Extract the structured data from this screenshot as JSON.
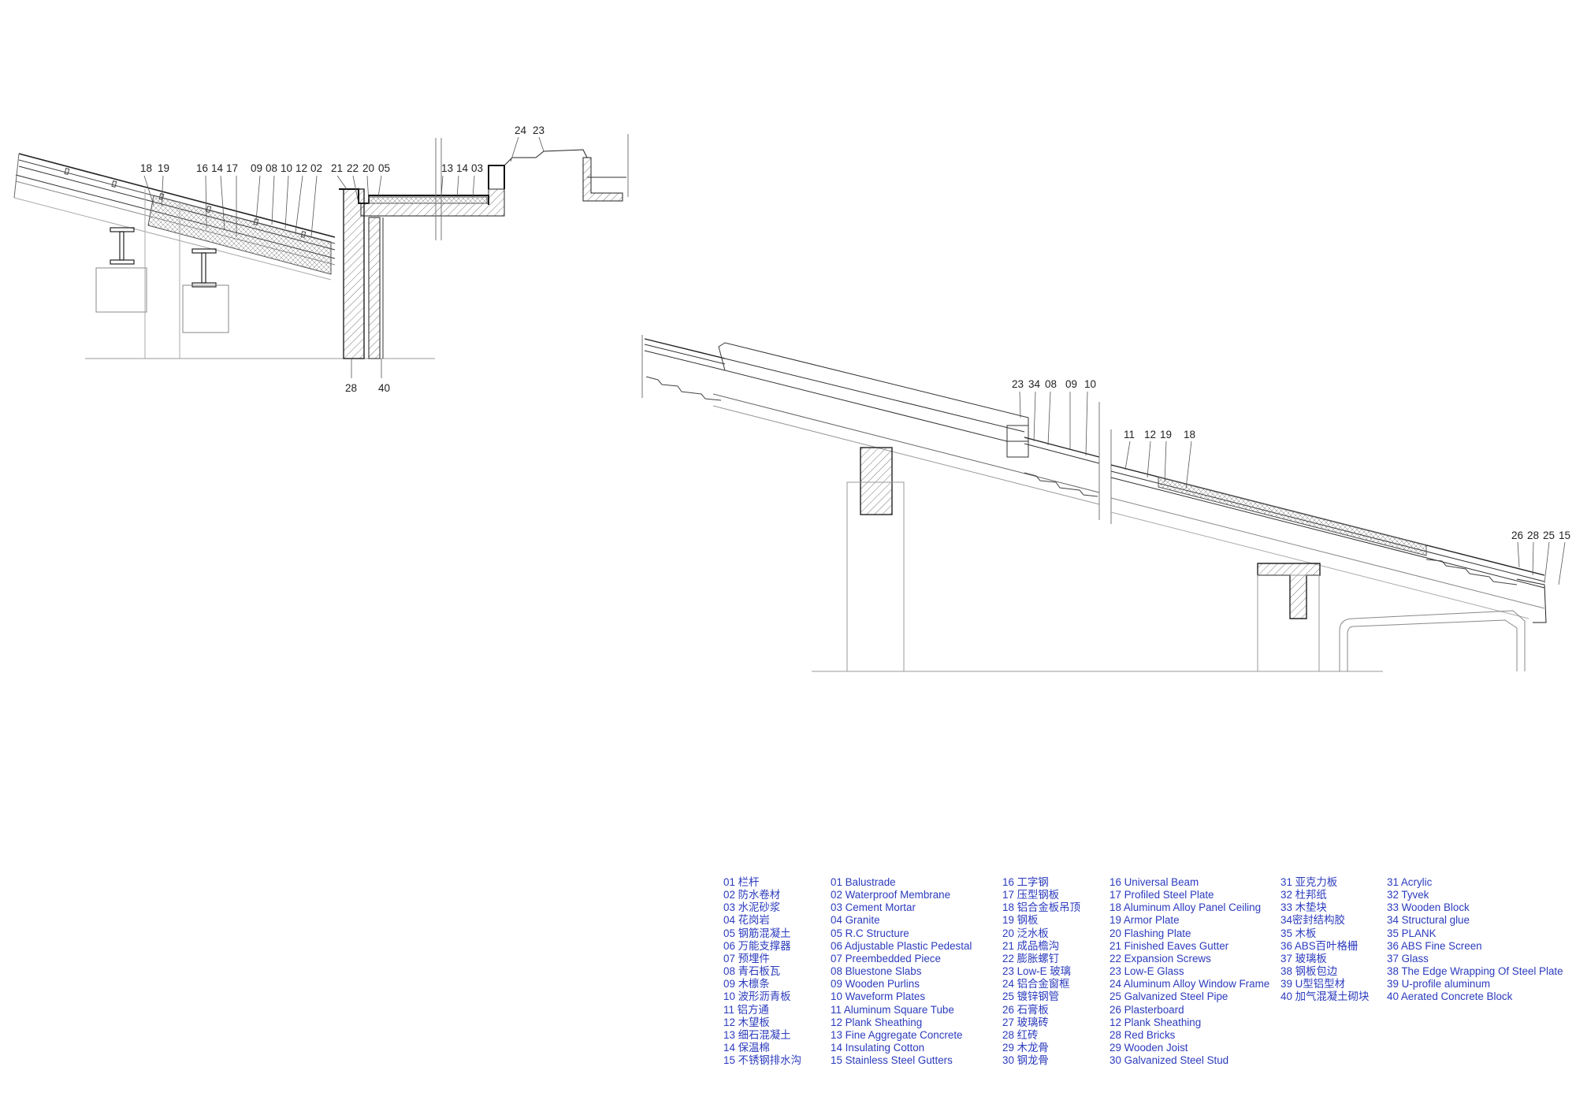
{
  "callouts": {
    "left": [
      "18",
      "19",
      "16",
      "14",
      "17",
      "09",
      "08",
      "10",
      "12",
      "02",
      "21",
      "22",
      "20",
      "05",
      "13",
      "14",
      "03",
      "24",
      "23",
      "28",
      "40"
    ],
    "right": [
      "23",
      "34",
      "08",
      "09",
      "10",
      "11",
      "12",
      "19",
      "18",
      "26",
      "28",
      "25",
      "15"
    ]
  },
  "legend": {
    "col1": [
      "01 栏杆",
      "02 防水卷材",
      "03 水泥砂浆",
      "04 花岗岩",
      "05 钢筋混凝土",
      "06 万能支撑器",
      "07 预埋件",
      "08 青石板瓦",
      "09 木檩条",
      "10 波形沥青板",
      "11 铝方通",
      "12 木望板",
      "13 细石混凝土",
      "14 保温棉",
      "15 不锈钢排水沟"
    ],
    "col2": [
      "01 Balustrade",
      "02 Waterproof Membrane",
      "03 Cement Mortar",
      "04 Granite",
      "05 R.C Structure",
      "06 Adjustable Plastic Pedestal",
      "07 Preembedded Piece",
      "08 Bluestone Slabs",
      "09 Wooden Purlins",
      "10  Waveform Plates",
      "11  Aluminum Square Tube",
      "12 Plank Sheathing",
      "13 Fine Aggregate Concrete",
      "14 Insulating Cotton",
      "15 Stainless Steel Gutters"
    ],
    "col3": [
      "16 工字钢",
      "17 压型钢板",
      "18 铝合金板吊顶",
      "19 钢板",
      "20 泛水板",
      "21 成品檐沟",
      "22 膨胀螺钉",
      "23 Low-E 玻璃",
      "24 铝合金窗框",
      "25 镀锌钢管",
      "26 石膏板",
      "27 玻璃砖",
      "28 红砖",
      "29 木龙骨",
      "30 钢龙骨"
    ],
    "col4": [
      "16 Universal Beam",
      "17 Profiled Steel Plate",
      "18 Aluminum Alloy Panel Ceiling",
      "19 Armor Plate",
      "20 Flashing Plate",
      "21 Finished Eaves Gutter",
      "22 Expansion Screws",
      "23 Low-E Glass",
      "24 Aluminum Alloy Window Frame",
      "25 Galvanized Steel Pipe",
      "26 Plasterboard",
      "12 Plank Sheathing",
      "28 Red Bricks",
      "29 Wooden Joist",
      "30 Galvanized Steel Stud"
    ],
    "col5": [
      "31 亚克力板",
      "32 杜邦纸",
      "33 木垫块",
      "34密封结构胶",
      "35 木板",
      "36 ABS百叶格栅",
      "37 玻璃板",
      "38 钢板包边",
      "39 U型铝型材",
      "40 加气混凝土砌块"
    ],
    "col6": [
      "31 Acrylic",
      "32 Tyvek",
      "33 Wooden Block",
      "34 Structural glue",
      "35 PLANK",
      "36 ABS Fine Screen",
      "37 Glass",
      "38 The Edge Wrapping Of Steel Plate",
      "39 U-profile aluminum",
      "40 Aerated Concrete Block"
    ]
  }
}
